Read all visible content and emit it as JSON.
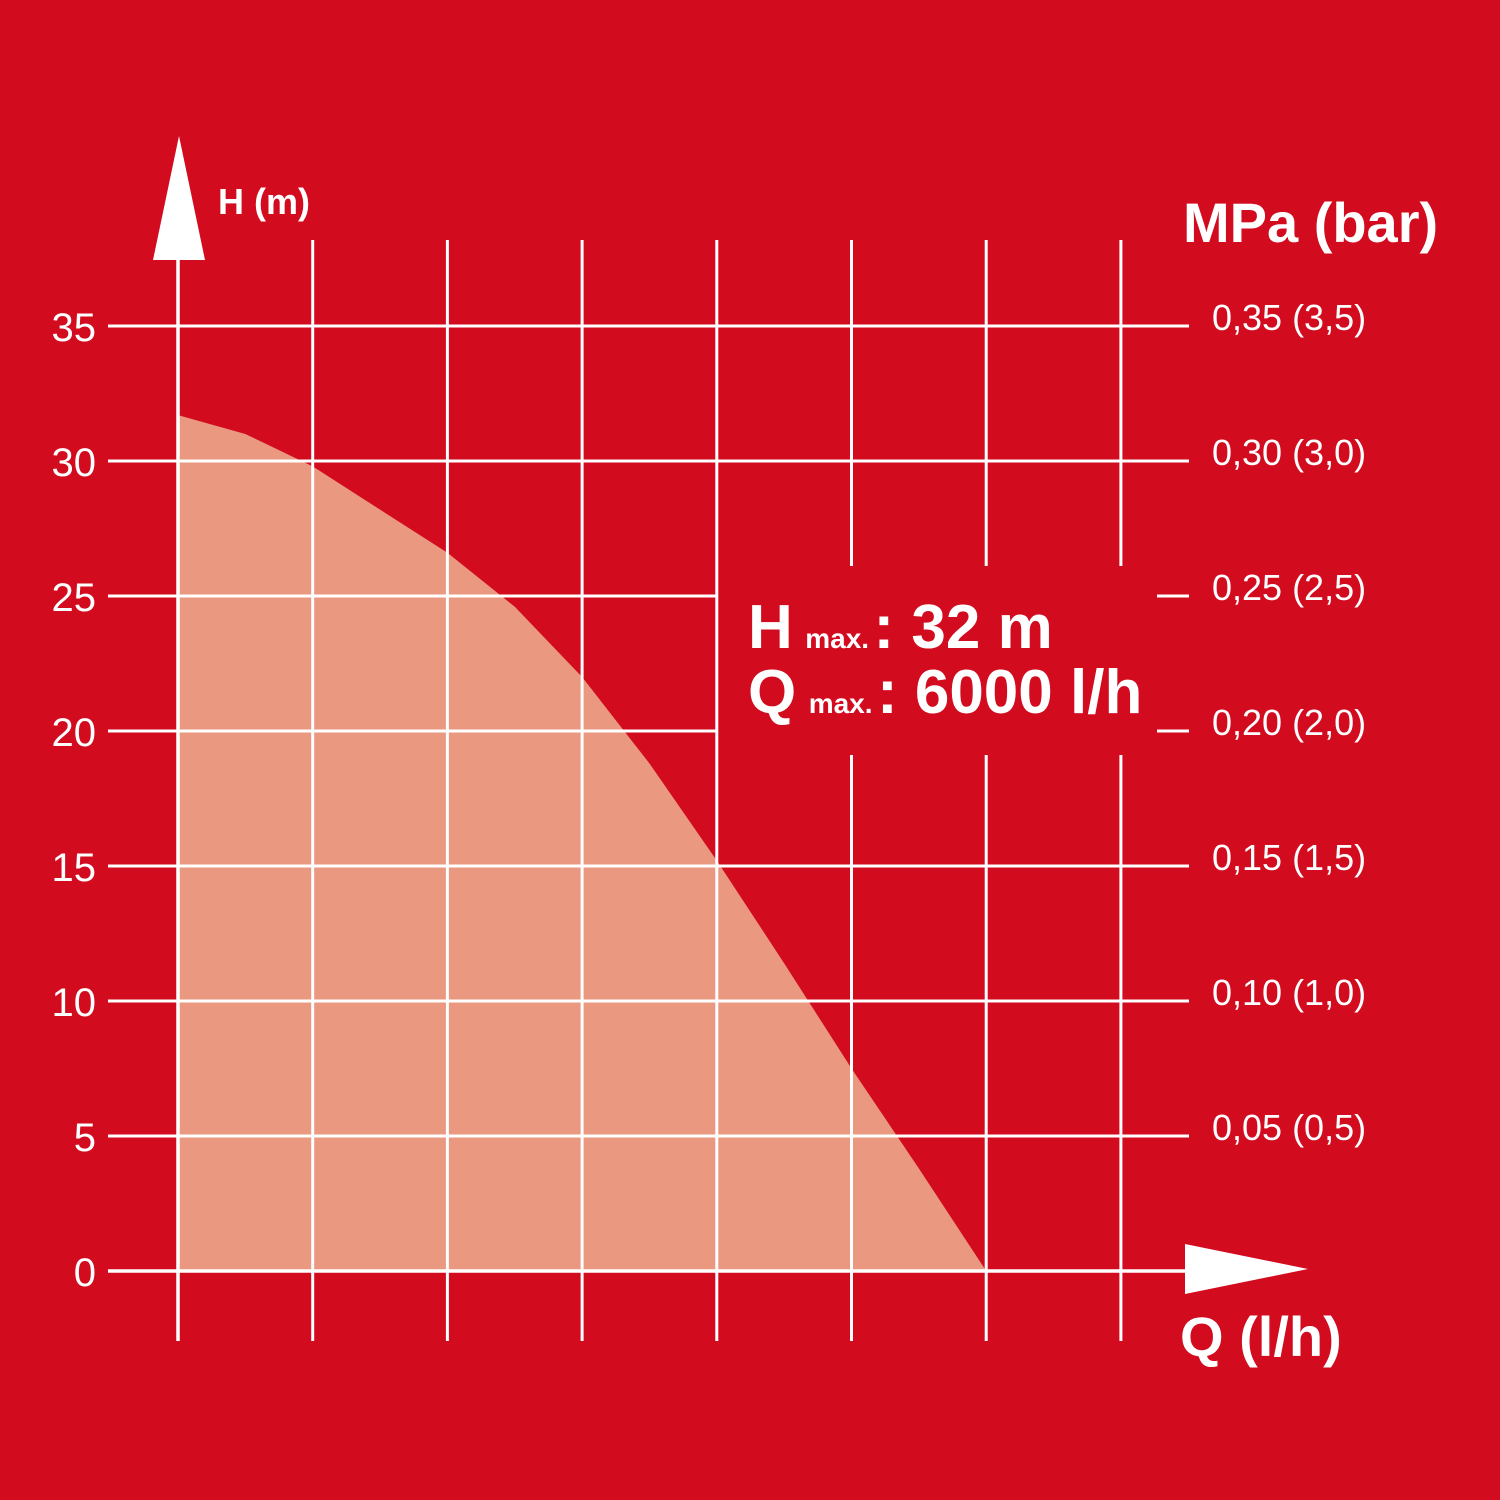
{
  "chart_data": {
    "type": "area",
    "ylabel": "H (m)",
    "y2label": "MPa (bar)",
    "xlabel": "Q (l/h)",
    "ylim": [
      0,
      35
    ],
    "xlim": [
      0,
      7500
    ],
    "grid": true,
    "y_ticks": [
      "0",
      "5",
      "10",
      "15",
      "20",
      "25",
      "30",
      "35"
    ],
    "y2_ticks": [
      "0,05 (0,5)",
      "0,10 (1,0)",
      "0,15 (1,5)",
      "0,20 (2,0)",
      "0,25 (2,5)",
      "0,30 (3,0)",
      "0,35 (3,5)"
    ],
    "y2_tick_values": [
      5,
      10,
      15,
      20,
      25,
      30,
      35
    ],
    "series": [
      {
        "x": [
          0,
          500,
          1000,
          1500,
          2000,
          2500,
          3000,
          3500,
          4000,
          4500,
          5000,
          5500,
          6000
        ],
        "y": [
          31.7,
          31.0,
          29.8,
          28.2,
          26.6,
          24.6,
          22.0,
          18.8,
          15.2,
          11.4,
          7.5,
          3.8,
          0
        ]
      }
    ],
    "colors": {
      "background": "#d20b1f",
      "fill": "#eb9881",
      "grid": "#ffffff"
    }
  },
  "specs": {
    "h_main": "H",
    "h_sub": "max.",
    "h_value": ": 32 m",
    "q_main": "Q",
    "q_sub": "max.",
    "q_value": ": 6000 l/h"
  }
}
